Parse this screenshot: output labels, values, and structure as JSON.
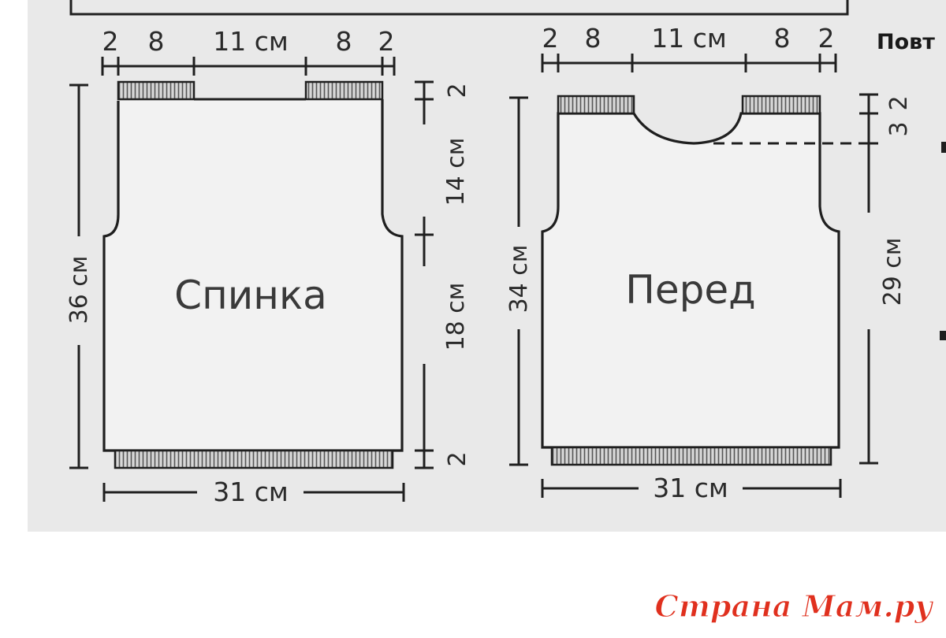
{
  "back_piece": {
    "title": "Спинка",
    "top_widths": [
      "2",
      "8",
      "11 см",
      "8",
      "2"
    ],
    "height_total": "36 см",
    "armhole_height": "14 см",
    "body_height": "18 см",
    "top_band": "2",
    "bottom_band": "2",
    "bottom_width": "31 см"
  },
  "front_piece": {
    "title": "Перед",
    "top_widths": [
      "2",
      "8",
      "11 см",
      "8",
      "2"
    ],
    "height_total": "34 см",
    "top_band": "2",
    "neck_depth": "3",
    "side_height": "29 см",
    "bottom_width": "31 см"
  },
  "cut_off_text": "Повт",
  "watermark": "Страна Мам.ру",
  "colors": {
    "line": "#1f1f1f",
    "paper": "#e9e9e9",
    "watermark": "#e0301e"
  }
}
